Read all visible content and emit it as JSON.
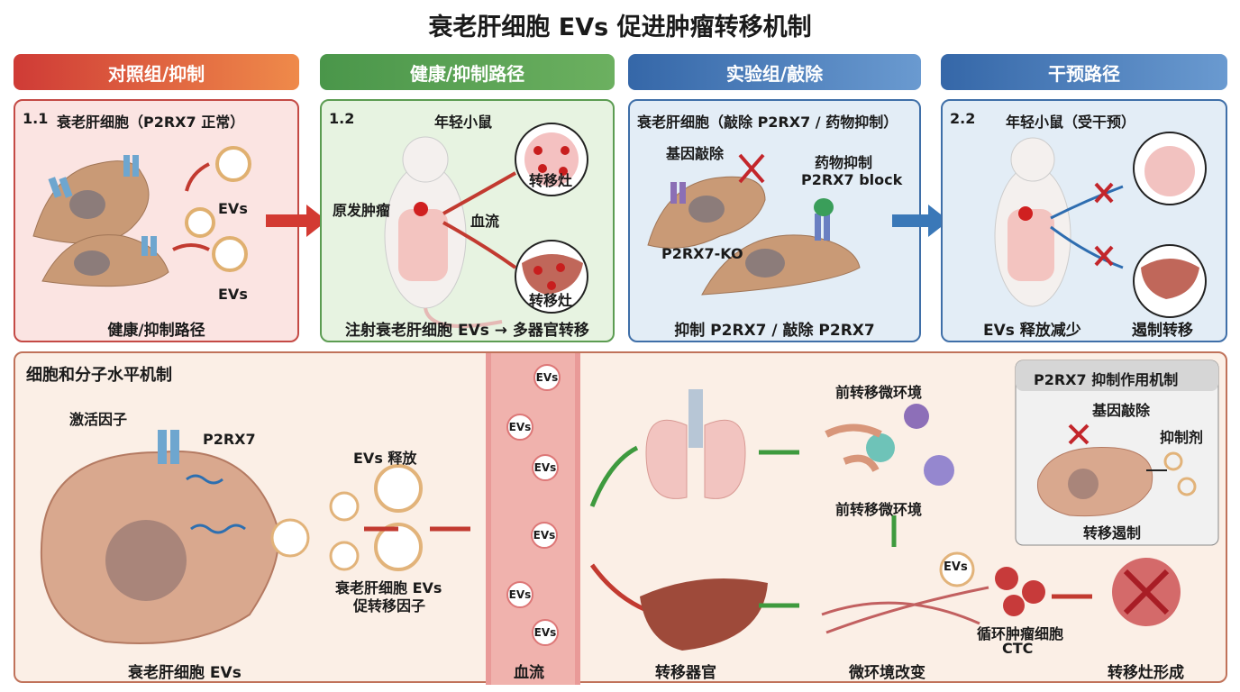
{
  "title": "衰老肝细胞 EVs 促进肿瘤转移机制",
  "headers": [
    {
      "label": "对照组/抑制",
      "color": "#d2443a"
    },
    {
      "label": "健康/抑制路径",
      "color": "#4f9a4a"
    },
    {
      "label": "实验组/敲除",
      "color": "#3c74b0"
    },
    {
      "label": "干预路径",
      "color": "#3c74b0"
    }
  ],
  "panel1": {
    "number": "1.1",
    "title": "衰老肝细胞（P2RX7 正常）",
    "evs_top": "EVs",
    "evs_bottom": "EVs",
    "caption": "健康/抑制路径"
  },
  "panel2": {
    "number": "1.2",
    "title": "年轻小鼠",
    "primary_tumor": "原发肿瘤",
    "blood_flow": "血流",
    "met_lung": "转移灶",
    "met_liver": "转移灶",
    "caption": "注射衰老肝细胞 EVs → 多器官转移"
  },
  "panel3": {
    "title": "衰老肝细胞（敲除 P2RX7 / 药物抑制）",
    "knockout": "基因敲除",
    "drug": "药物抑制",
    "drug_sub": "P2RX7 block",
    "ko_label": "P2RX7-KO",
    "caption": "抑制 P2RX7 / 敲除 P2RX7"
  },
  "panel4": {
    "number": "2.2",
    "title": "年轻小鼠（受干预）",
    "caption_left": "EVs 释放减少",
    "caption_right": "遏制转移"
  },
  "bottom": {
    "title": "细胞和分子水平机制",
    "activator": "激活因子",
    "receptor": "P2RX7",
    "ev_release": "EVs 释放",
    "ev_factors_1": "衰老肝细胞 EVs",
    "ev_factors_2": "促转移因子",
    "cell_caption": "衰老肝细胞 EVs",
    "vessel_caption": "血流",
    "vessel_evs": [
      "EVs",
      "EVs",
      "EVs",
      "EVs",
      "EVs",
      "EVs"
    ],
    "premet_top": "前转移微环境",
    "premet_mid": "前转移微环境",
    "organ_caption": "转移器官",
    "micro_caption": "微环境改变",
    "micro_evs": "EVs",
    "ctc_1": "循环肿瘤细胞",
    "ctc_2": "CTC",
    "met_form": "转移灶形成",
    "inset": {
      "title": "P2RX7 抑制作用机制",
      "knockout": "基因敲除",
      "inhibitor": "抑制剂",
      "caption": "转移遏制"
    }
  }
}
